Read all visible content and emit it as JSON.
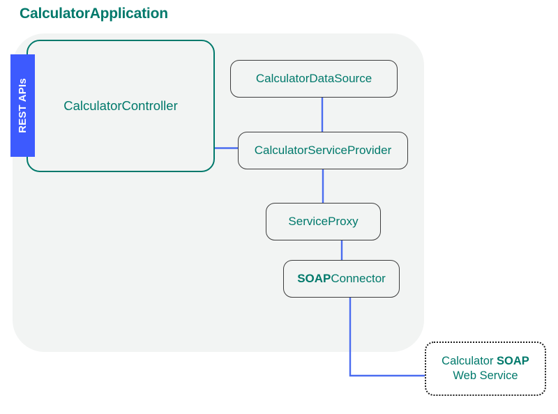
{
  "diagram": {
    "title": "CalculatorApplication",
    "type": "architecture-block-diagram",
    "colors": {
      "accent_teal": "#00796b",
      "connector_blue": "#4a6cf0",
      "badge_blue": "#3d5afe",
      "container_gray": "#f2f4f3",
      "node_border": "#3c3c3c",
      "external_border": "#1a1a1a",
      "background": "#ffffff"
    },
    "badge": {
      "label": "REST APIs"
    },
    "nodes": [
      {
        "id": "calculator-controller",
        "label": "CalculatorController",
        "style": "teal-rounded",
        "inside_container": true
      },
      {
        "id": "calculator-data-source",
        "label": "CalculatorDataSource",
        "style": "solid",
        "inside_container": true
      },
      {
        "id": "calculator-service-provider",
        "label": "CalculatorServiceProvider",
        "style": "solid",
        "inside_container": true
      },
      {
        "id": "service-proxy",
        "label": "ServiceProxy",
        "style": "solid",
        "inside_container": true
      },
      {
        "id": "soap-connector",
        "label_bold": "SOAP",
        "label_rest": "Connector",
        "label": "SOAPConnector",
        "style": "solid",
        "inside_container": true
      },
      {
        "id": "calculator-soap-web-service",
        "label_line1_plain": "Calculator ",
        "label_line1_bold": "SOAP",
        "label_line2": "Web Service",
        "label": "Calculator SOAP Web Service",
        "style": "dotted-external",
        "inside_container": false
      }
    ],
    "edges": [
      {
        "from": "calculator-controller",
        "to": "calculator-service-provider"
      },
      {
        "from": "calculator-data-source",
        "to": "calculator-service-provider"
      },
      {
        "from": "calculator-service-provider",
        "to": "service-proxy"
      },
      {
        "from": "service-proxy",
        "to": "soap-connector"
      },
      {
        "from": "soap-connector",
        "to": "calculator-soap-web-service"
      }
    ]
  }
}
